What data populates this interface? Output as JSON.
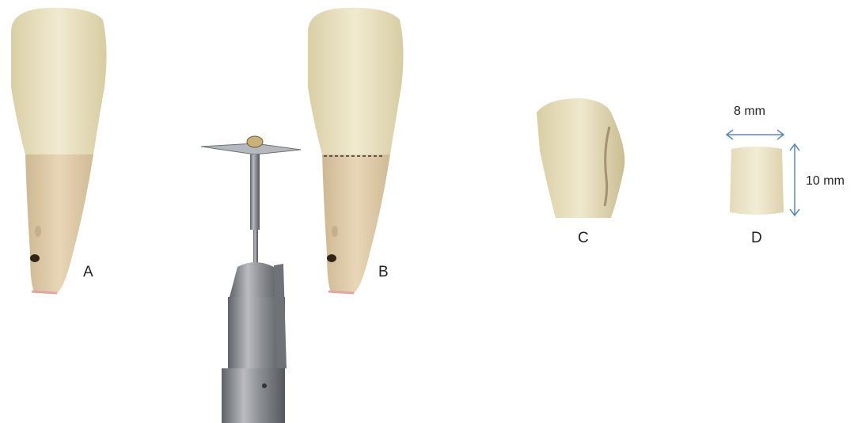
{
  "figure": {
    "panel_labels": {
      "a": "A",
      "b": "B",
      "c": "C",
      "d": "D"
    },
    "dimensions": {
      "width": "8 mm",
      "height": "10 mm"
    },
    "colors": {
      "crown": "#ece4c4",
      "root": "#e2cfae",
      "metal": "#8c8f93",
      "arrow": "#5b86b8",
      "cut_line": "#333333"
    }
  }
}
